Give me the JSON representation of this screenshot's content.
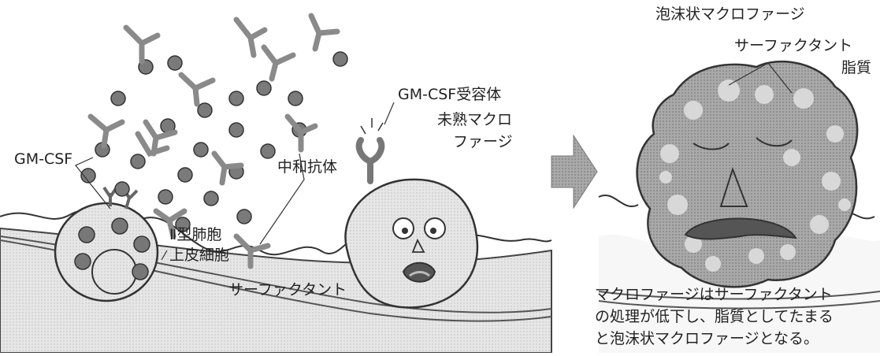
{
  "colors": {
    "ink": "#222222",
    "light_gray": "#d9d9d9",
    "mid_gray": "#a6a6a6",
    "dark_gray": "#6e6e6e",
    "antibody": "#8a8a8a",
    "particle": "#7a7a7a"
  },
  "left_panel": {
    "gmcsf_label": "GM-CSF",
    "antibody_label": "中和抗体",
    "receptor_label": "GM-CSF受容体",
    "immature_macrophage_line1": "未熟マクロ",
    "immature_macrophage_line2": "ファージ",
    "type2_cell_line1": "Ⅱ型肺胞",
    "type2_cell_line2": "上皮細胞",
    "surfactant_label": "サーファクタント"
  },
  "arrow": {
    "icon": "right-arrow-icon"
  },
  "right_panel": {
    "title": "泡沫状マクロファージ",
    "surfactant_label": "サーファクタント",
    "lipid_label": "脂質",
    "caption_lines": [
      "マクロファージはサーファクタント",
      "の処理が低下し、脂質としてたまる",
      "と泡沫状マクロファージとなる。"
    ]
  }
}
